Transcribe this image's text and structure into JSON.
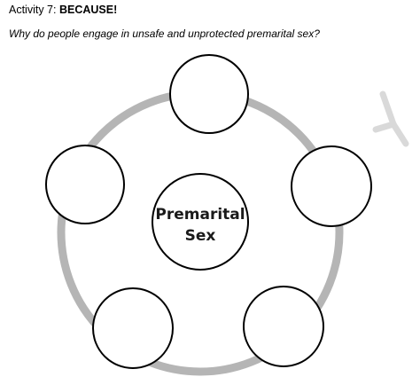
{
  "activity": {
    "number_label": "Activity 7:",
    "name": "BECAUSE!"
  },
  "question": "Why do people engage in unsafe and unprotected premarital sex?",
  "diagram": {
    "center_label_line1": "Premarital",
    "center_label_line2": "Sex",
    "outer_circle_count": 5,
    "colors": {
      "ring": "#b5b5b5",
      "circle_stroke": "#000000",
      "circle_fill": "#ffffff",
      "watermark": "#d9d9d9"
    }
  }
}
